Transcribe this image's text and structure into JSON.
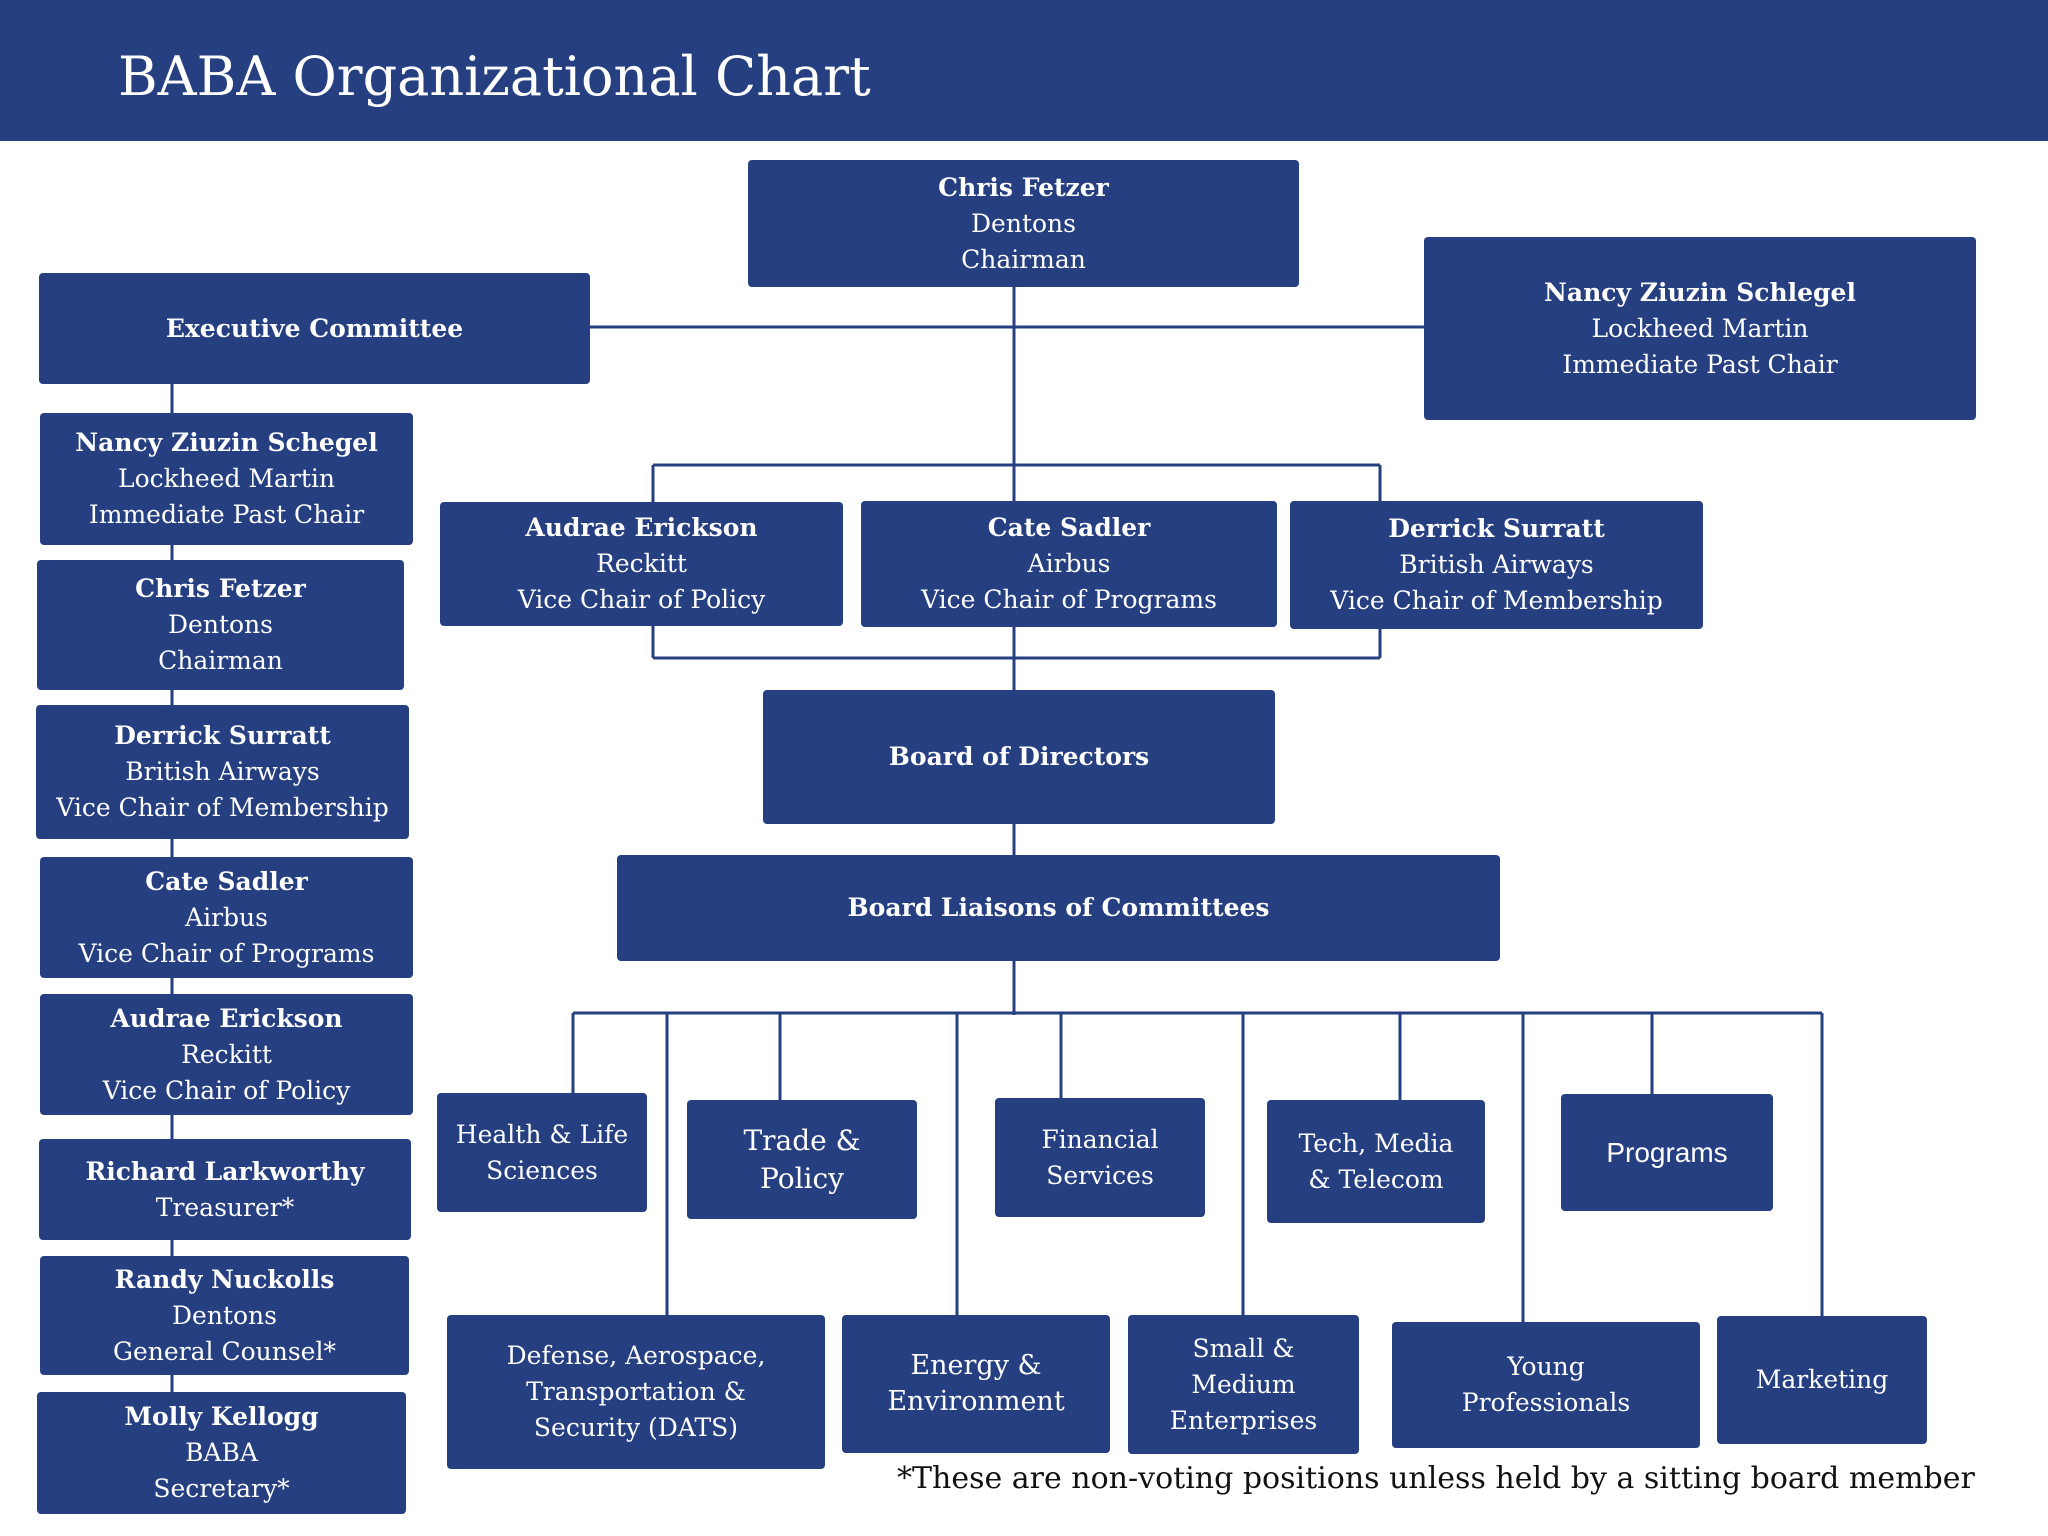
{
  "title": "BABA Organizational Chart",
  "colors": {
    "header": "#253f80",
    "box": "#253f80",
    "box_text": "#ffffff",
    "line": "#253f80"
  },
  "chair": {
    "name": "Chris Fetzer",
    "org": "Dentons",
    "role": "Chairman"
  },
  "past_chair": {
    "name": "Nancy Ziuzin Schlegel",
    "org": "Lockheed Martin",
    "role": "Immediate Past Chair"
  },
  "executive_committee": {
    "label": "Executive Committee",
    "members": [
      {
        "name": "Nancy Ziuzin Schegel",
        "org": "Lockheed Martin",
        "role": "Immediate Past Chair"
      },
      {
        "name": "Chris Fetzer",
        "org": "Dentons",
        "role": "Chairman"
      },
      {
        "name": "Derrick Surratt",
        "org": "British Airways",
        "role": "Vice Chair of Membership"
      },
      {
        "name": "Cate Sadler",
        "org": "Airbus",
        "role": "Vice Chair of Programs"
      },
      {
        "name": "Audrae Erickson",
        "org": "Reckitt",
        "role": "Vice Chair of Policy"
      },
      {
        "name": "Richard Larkworthy",
        "role": "Treasurer*"
      },
      {
        "name": "Randy Nuckolls",
        "org": "Dentons",
        "role": "General Counsel*"
      },
      {
        "name": "Molly Kellogg",
        "org": "BABA",
        "role": "Secretary*"
      }
    ]
  },
  "vice_chairs": [
    {
      "name": "Audrae Erickson",
      "org": "Reckitt",
      "role": "Vice Chair of Policy"
    },
    {
      "name": "Cate Sadler",
      "org": "Airbus",
      "role": "Vice Chair of Programs"
    },
    {
      "name": "Derrick Surratt",
      "org": "British Airways",
      "role": "Vice Chair of Membership"
    }
  ],
  "board": "Board of Directors",
  "liaisons": "Board Liaisons of Committees",
  "committees_top": [
    {
      "l1": "Health & Life",
      "l2": "Sciences"
    },
    {
      "l1": "Trade &",
      "l2": "Policy"
    },
    {
      "l1": "Financial",
      "l2": "Services"
    },
    {
      "l1": "Tech,  Media",
      "l2": "& Telecom"
    },
    {
      "l1": "Programs"
    }
  ],
  "committees_bottom": [
    {
      "l1": "Defense, Aerospace,",
      "l2": "Transportation &",
      "l3": "Security (DATS)"
    },
    {
      "l1": "Energy &",
      "l2": "Environment"
    },
    {
      "l1": "Small &",
      "l2": "Medium",
      "l3": "Enterprises"
    },
    {
      "l1": "Young",
      "l2": "Professionals"
    },
    {
      "l1": "Marketing"
    }
  ],
  "footnote": "*These are non-voting positions unless held by a sitting board member"
}
